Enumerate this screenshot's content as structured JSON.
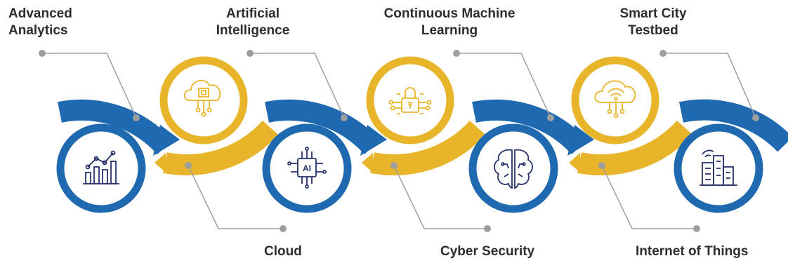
{
  "colors": {
    "blue": "#1f69b1",
    "yellow": "#e8b52a",
    "icon_blue": "#27326b",
    "icon_yellow": "#e8b52a",
    "connector": "#9e9e9e"
  },
  "top_labels": [
    {
      "line1": "Advanced",
      "line2": "Analytics"
    },
    {
      "line1": "Artificial",
      "line2": "Intelligence"
    },
    {
      "line1": "Continuous Machine",
      "line2": "Learning"
    },
    {
      "line1": "Smart City",
      "line2": "Testbed"
    }
  ],
  "bottom_labels": [
    "Cloud",
    "Cyber Security",
    "Internet of Things"
  ],
  "icons": {
    "analytics": "bar-chart-trend-icon",
    "cloud": "cloud-chip-icon",
    "ai": "ai-chip-icon",
    "security": "lock-circuit-icon",
    "ml": "brain-circuit-icon",
    "iot": "wifi-cloud-icon",
    "smart_city": "smart-building-icon",
    "ai_text": "AI"
  }
}
